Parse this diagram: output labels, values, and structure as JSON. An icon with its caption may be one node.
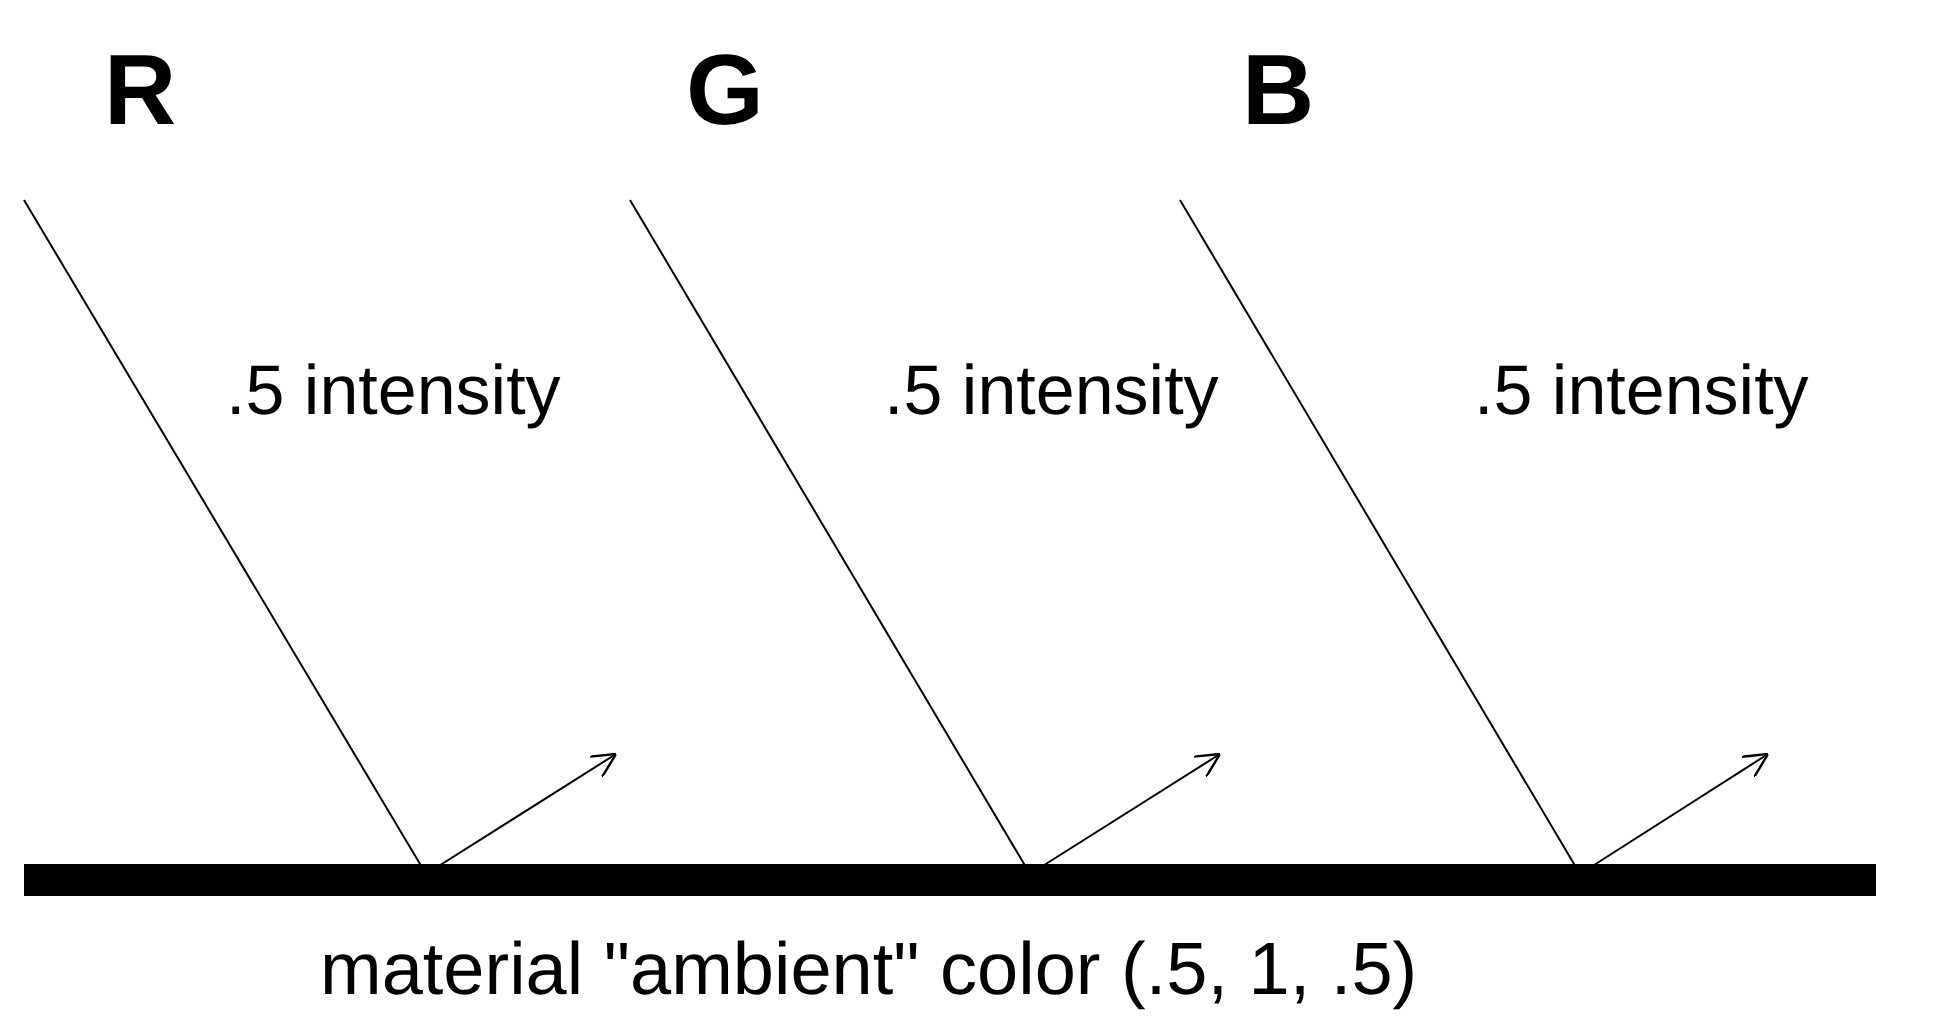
{
  "diagram": {
    "labels": [
      "R",
      "G",
      "B",
      ".5 intensity",
      ".5 intensity",
      ".5 intensity",
      "material \"ambient\" color (.5, 1, .5)"
    ]
  }
}
